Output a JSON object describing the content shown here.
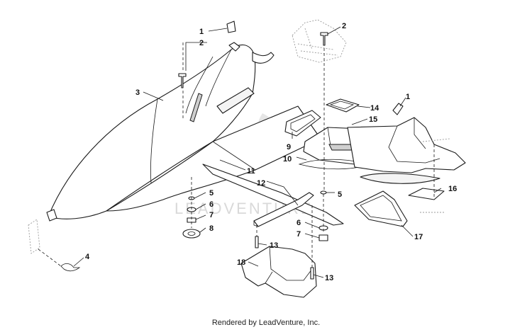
{
  "callouts": {
    "c1a": "1",
    "c2a": "2",
    "c3": "3",
    "c2b": "2",
    "c1b": "1",
    "c14": "14",
    "c15": "15",
    "c9": "9",
    "c10": "10",
    "c11": "11",
    "c12": "12",
    "c5a": "5",
    "c6a": "6",
    "c7a": "7",
    "c8": "8",
    "c5b": "5",
    "c16": "16",
    "c6b": "6",
    "c7b": "7",
    "c17": "17",
    "c4": "4",
    "c13a": "13",
    "c18": "18",
    "c13b": "13"
  },
  "watermark": {
    "text": "LEADVENTURE"
  },
  "footer": {
    "text": "Rendered by LeadVenture, Inc."
  },
  "colors": {
    "line": "#1a1a1a",
    "watermark": "#d9d9d9",
    "background": "#ffffff"
  }
}
